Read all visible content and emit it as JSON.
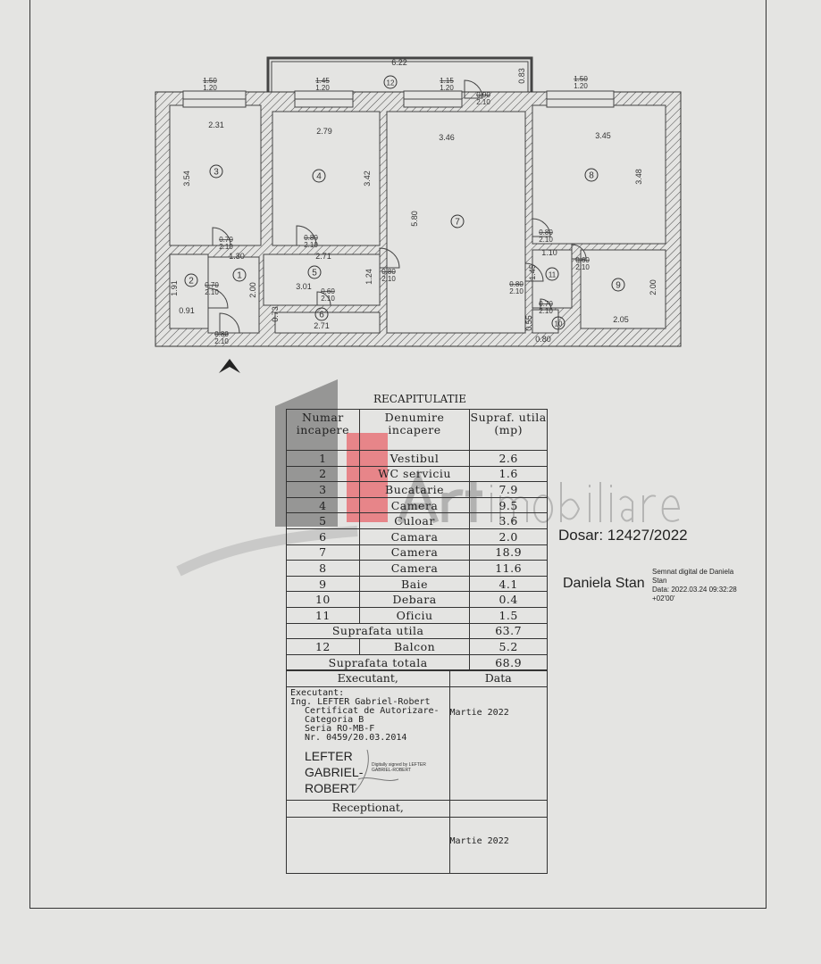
{
  "plan": {
    "rooms": [
      "3",
      "4",
      "7",
      "8",
      "1",
      "2",
      "5",
      "6",
      "11",
      "9",
      "10",
      "12"
    ],
    "dims": [
      "6.22",
      "0.83",
      "2.31",
      "2.79",
      "3.46",
      "3.45",
      "3.54",
      "3.42",
      "5.80",
      "3.48",
      "1.30",
      "2.71",
      "1.91",
      "2.00",
      "3.01",
      "1.24",
      "0.91",
      "0.73",
      "2.71",
      "1.10",
      "1.45",
      "0.55",
      "0.80",
      "2.00",
      "2.05"
    ],
    "openings": [
      {
        "top": "1.50",
        "bottom": "1.20"
      },
      {
        "top": "1.45",
        "bottom": "1.20"
      },
      {
        "top": "1.15",
        "bottom": "1.20"
      },
      {
        "top": "1.50",
        "bottom": "1.20"
      },
      {
        "top": "0.90",
        "bottom": "2.10"
      },
      {
        "top": "0.70",
        "bottom": "2.10"
      },
      {
        "top": "0.80",
        "bottom": "2.10"
      },
      {
        "top": "0.70",
        "bottom": "2.10"
      },
      {
        "top": "0.80",
        "bottom": "2.10"
      },
      {
        "top": "0.60",
        "bottom": "2.10"
      },
      {
        "top": "0.80",
        "bottom": "2.10"
      },
      {
        "top": "0.80",
        "bottom": "2.10"
      },
      {
        "top": "0.60",
        "bottom": "2.10"
      },
      {
        "top": "0.80",
        "bottom": "2.10"
      },
      {
        "top": "0.70",
        "bottom": "2.10"
      }
    ],
    "entry_icon": "arrow-up-icon"
  },
  "recap": {
    "title": "RECAPITULATIE",
    "headers": [
      "Numar incapere",
      "Denumire incapere",
      "Supraf. utila (mp)"
    ],
    "rows": [
      {
        "nr": "1",
        "name": "Vestibul",
        "area": "2.6"
      },
      {
        "nr": "2",
        "name": "WC serviciu",
        "area": "1.6"
      },
      {
        "nr": "3",
        "name": "Bucatarie",
        "area": "7.9"
      },
      {
        "nr": "4",
        "name": "Camera",
        "area": "9.5"
      },
      {
        "nr": "5",
        "name": "Culoar",
        "area": "3.6"
      },
      {
        "nr": "6",
        "name": "Camara",
        "area": "2.0"
      },
      {
        "nr": "7",
        "name": "Camera",
        "area": "18.9"
      },
      {
        "nr": "8",
        "name": "Camera",
        "area": "11.6"
      },
      {
        "nr": "9",
        "name": "Baie",
        "area": "4.1"
      },
      {
        "nr": "10",
        "name": "Debara",
        "area": "0.4"
      },
      {
        "nr": "11",
        "name": "Oficiu",
        "area": "1.5"
      }
    ],
    "useful_label": "Suprafata utila",
    "useful_value": "63.7",
    "balcony": {
      "nr": "12",
      "name": "Balcon",
      "area": "5.2"
    },
    "total_label": "Suprafata totala",
    "total_value": "68.9"
  },
  "signatures": {
    "executant_header": "Executant,",
    "date_header": "Data",
    "executant_lines": [
      "Executant:",
      "Ing. LEFTER Gabriel-Robert",
      "Certificat de Autorizare-",
      "Categoria B",
      "Seria RO-MB-F",
      "Nr. 0459/20.03.2014"
    ],
    "signer_name": [
      "LEFTER",
      "GABRIEL-",
      "ROBERT"
    ],
    "digital_note": [
      "Digitally signed by LEFTER",
      "GABRIEL-ROBERT"
    ],
    "executant_date": "Martie 2022",
    "receptionat_header": "Receptionat,",
    "receptionat_date": "Martie 2022"
  },
  "dosar": "Dosar: 12427/2022",
  "stamp": {
    "name": "Daniela Stan",
    "lines": [
      "Semnat digital de Daniela",
      "Stan",
      "Data: 2022.03.24 09:32:28",
      "+02'00'"
    ]
  },
  "watermark": {
    "text1": "Art",
    "text2": "imobiliare",
    "accent": "#e8656b"
  }
}
